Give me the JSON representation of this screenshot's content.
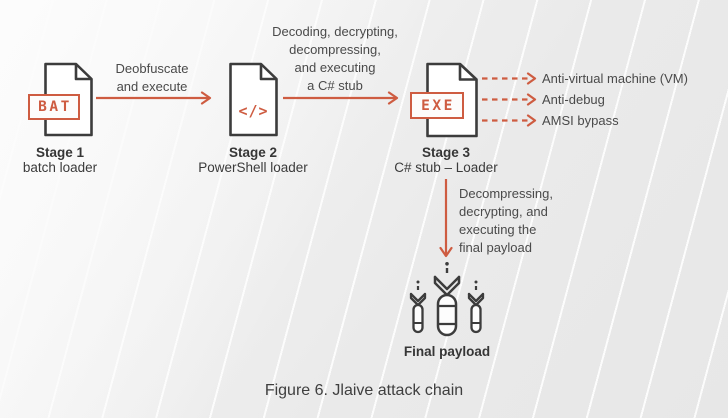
{
  "figure": {
    "caption": "Figure 6. Jlaive attack chain"
  },
  "colors": {
    "accent": "#ce5c41",
    "outline": "#3c3c3c",
    "text": "#3b3b3b",
    "background": "#ececec"
  },
  "stages": [
    {
      "icon": "bat-file-icon",
      "badge": "BAT",
      "title": "Stage 1",
      "subtitle": "batch loader"
    },
    {
      "icon": "code-file-icon",
      "badge": "</>",
      "title": "Stage 2",
      "subtitle": "PowerShell loader"
    },
    {
      "icon": "exe-file-icon",
      "badge": "EXE",
      "title": "Stage 3",
      "subtitle": "C# stub – Loader"
    }
  ],
  "flows": [
    {
      "from": "Stage 1",
      "to": "Stage 2",
      "style": "solid",
      "direction": "right",
      "lines": [
        "Deobfuscate",
        "and execute"
      ]
    },
    {
      "from": "Stage 2",
      "to": "Stage 3",
      "style": "solid",
      "direction": "right",
      "lines": [
        "Decoding, decrypting,",
        "decompressing,",
        "and executing",
        "a C# stub"
      ]
    },
    {
      "from": "Stage 3",
      "to": "Final payload",
      "style": "solid",
      "direction": "down",
      "lines": [
        "Decompressing,",
        "decrypting, and",
        "executing the",
        "final payload"
      ]
    }
  ],
  "evasion_techniques": [
    "Anti-virtual machine (VM)",
    "Anti-debug",
    "AMSI bypass"
  ],
  "final_payload": {
    "icon": "bombs-icon",
    "label": "Final payload"
  }
}
